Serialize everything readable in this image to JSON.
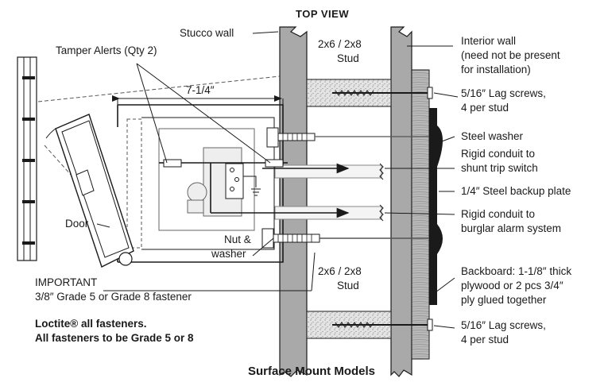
{
  "diagram": {
    "top_title": "TOP VIEW",
    "caption": "Surface Mount Models",
    "labels": {
      "stucco_wall": "Stucco wall",
      "tamper_alerts": "Tamper Alerts (Qty 2)",
      "stud_top_1": "2x6 / 2x8",
      "stud_top_2": "Stud",
      "interior_wall_1": "Interior wall",
      "interior_wall_2": "(need not be present",
      "interior_wall_3": "for installation)",
      "dimension": "7-1/4″",
      "lag_top_1": "5/16″ Lag screws,",
      "lag_top_2": "4 per stud",
      "steel_washer": "Steel washer",
      "rigid_shunt_1": "Rigid conduit to",
      "rigid_shunt_2": "shunt trip switch",
      "backup_plate": "1/4″ Steel backup plate",
      "door": "Door",
      "rigid_burglar_1": "Rigid conduit to",
      "rigid_burglar_2": "burglar alarm system",
      "nut_1": "Nut &",
      "nut_2": "washer",
      "stud_bot_1": "2x6 / 2x8",
      "stud_bot_2": "Stud",
      "backboard_1": "Backboard: 1-1/8″ thick",
      "backboard_2": "plywood or 2 pcs 3/4″",
      "backboard_3": "ply glued together",
      "important_1": "IMPORTANT",
      "important_2": "3/8″ Grade 5 or Grade 8 fastener",
      "lag_bot_1": "5/16″ Lag screws,",
      "lag_bot_2": "4 per stud",
      "loctite_1": "Loctite® all fasteners.",
      "loctite_2": "All fasteners to be Grade 5 or 8"
    }
  }
}
